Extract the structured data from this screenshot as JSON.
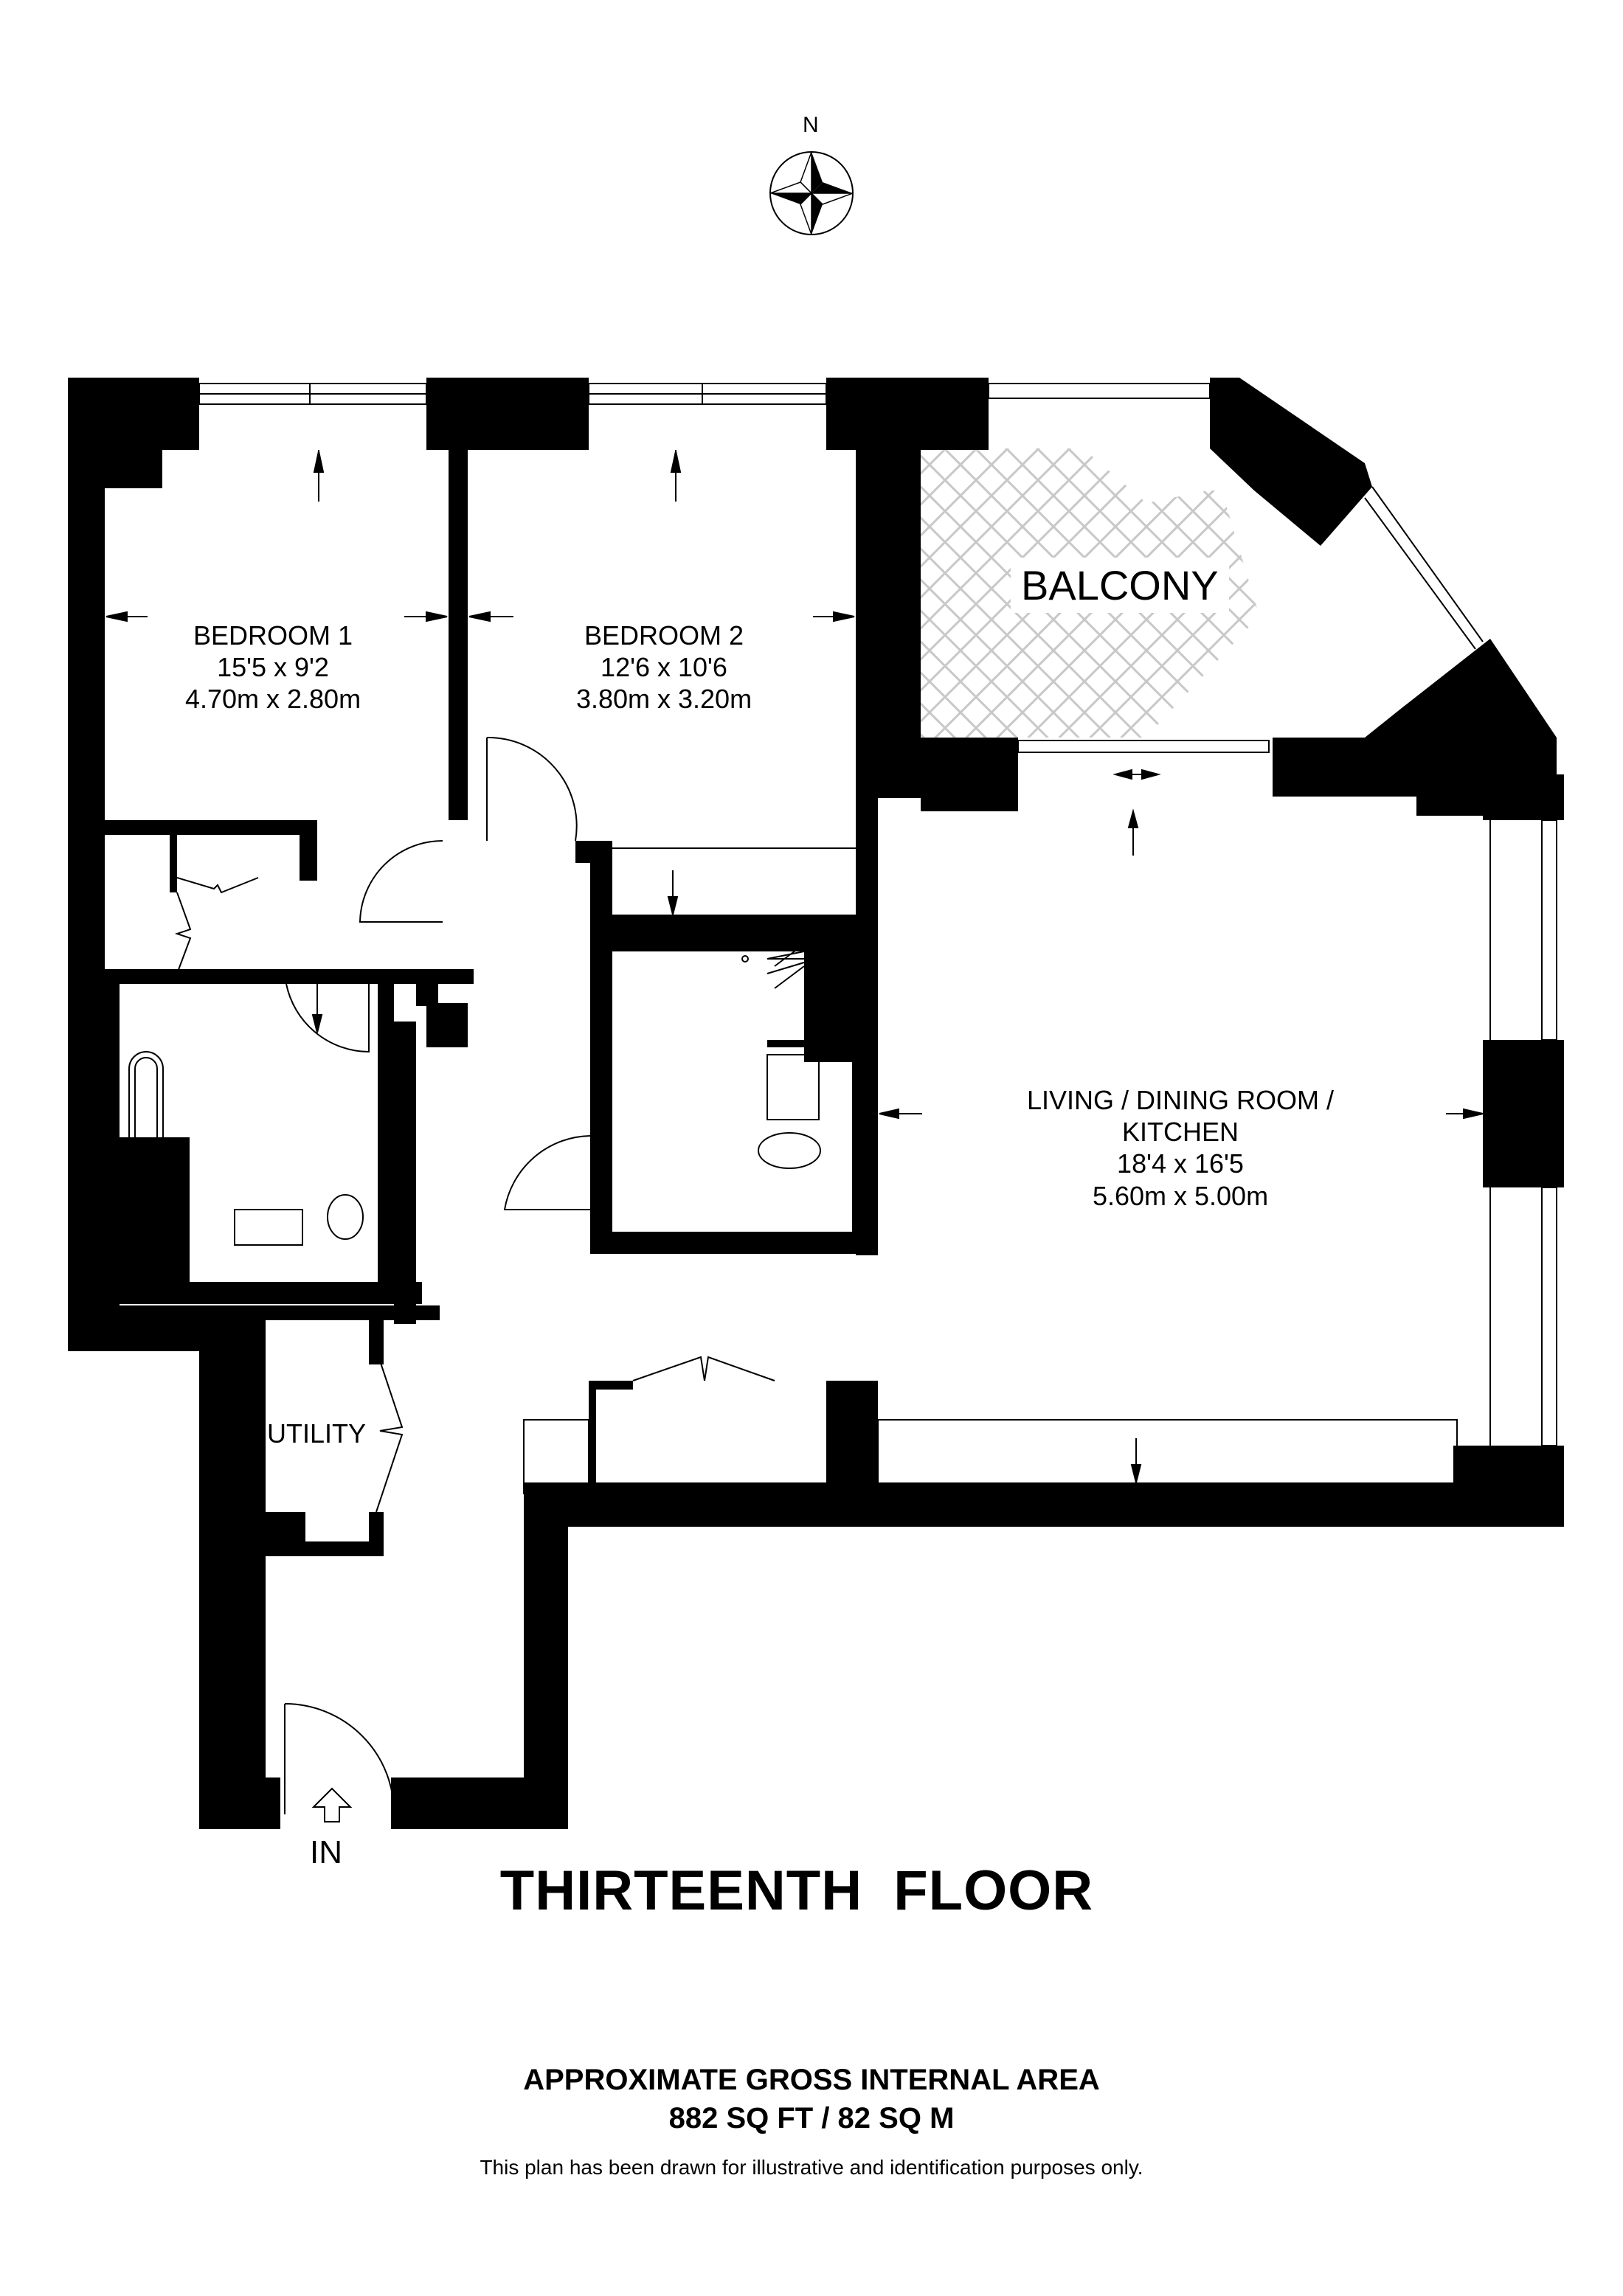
{
  "compass": {
    "label": "N",
    "icon": "north-compass-rose-icon"
  },
  "rooms": {
    "bedroom1": {
      "name": "BEDROOM 1",
      "imperial": "15'5 x 9'2",
      "metric": "4.70m x 2.80m"
    },
    "bedroom2": {
      "name": "BEDROOM 2",
      "imperial": "12'6 x 10'6",
      "metric": "3.80m x 3.20m"
    },
    "balcony": {
      "name": "BALCONY"
    },
    "living": {
      "name_line1": "LIVING / DINING ROOM /",
      "name_line2": "KITCHEN",
      "imperial": "18'4 x 16'5",
      "metric": "5.60m x 5.00m"
    },
    "utility": {
      "name": "UTILITY"
    }
  },
  "entrance": {
    "label": "IN"
  },
  "floor_title": "THIRTEENTH  FLOOR",
  "area": {
    "heading": "APPROXIMATE GROSS INTERNAL AREA",
    "value": "882 SQ FT / 82 SQ M"
  },
  "disclaimer": "This plan has been drawn for illustrative and identification purposes only.",
  "colors": {
    "wall": "#000000",
    "background": "#ffffff",
    "hatch": "#c8c8c8"
  }
}
